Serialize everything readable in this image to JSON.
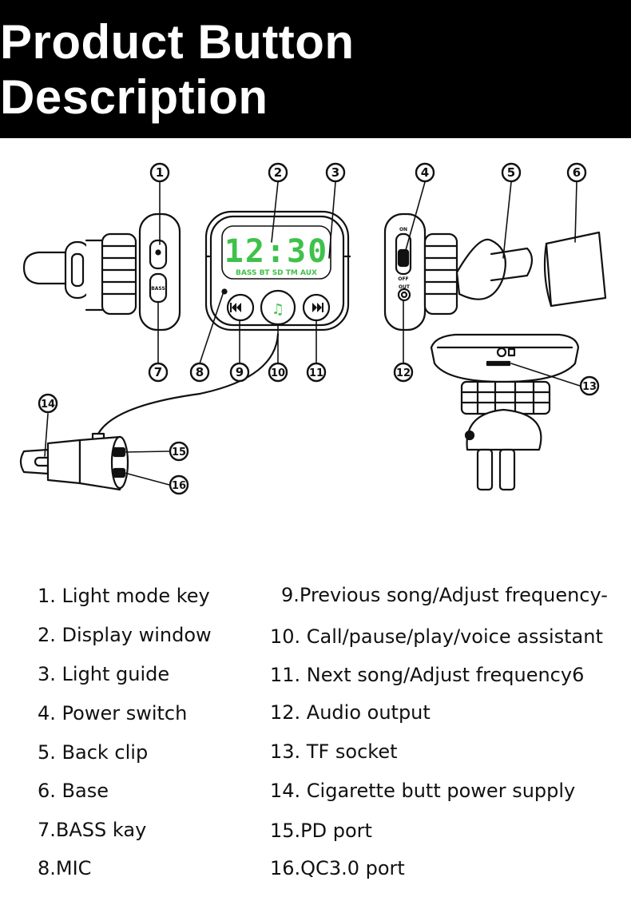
{
  "title": "Product Button Description",
  "diagram": {
    "callouts": [
      "1",
      "2",
      "3",
      "4",
      "5",
      "6",
      "7",
      "8",
      "9",
      "10",
      "11",
      "12",
      "13",
      "14",
      "15",
      "16"
    ],
    "display_time": "12:30",
    "display_modes": "BASS  BT  SD  TM  AUX",
    "side_bass_label": "BASS",
    "switch_on": "ON",
    "switch_off": "OFF",
    "out_label": "OUT",
    "accent_green": "#3ec24a"
  },
  "legend_left": [
    "1. Light mode key",
    "2. Display window",
    "3. Light guide",
    "4. Power switch",
    "5. Back clip",
    "6. Base",
    "7.BASS kay",
    "8.MIC"
  ],
  "legend_right": [
    "9.Previous song/Adjust frequency-",
    "10. Call/pause/play/voice assistant",
    "11. Next song/Adjust frequency6",
    "12. Audio output",
    "13. TF socket",
    "14. Cigarette butt power supply",
    "15.PD port",
    "16.QC3.0 port"
  ]
}
